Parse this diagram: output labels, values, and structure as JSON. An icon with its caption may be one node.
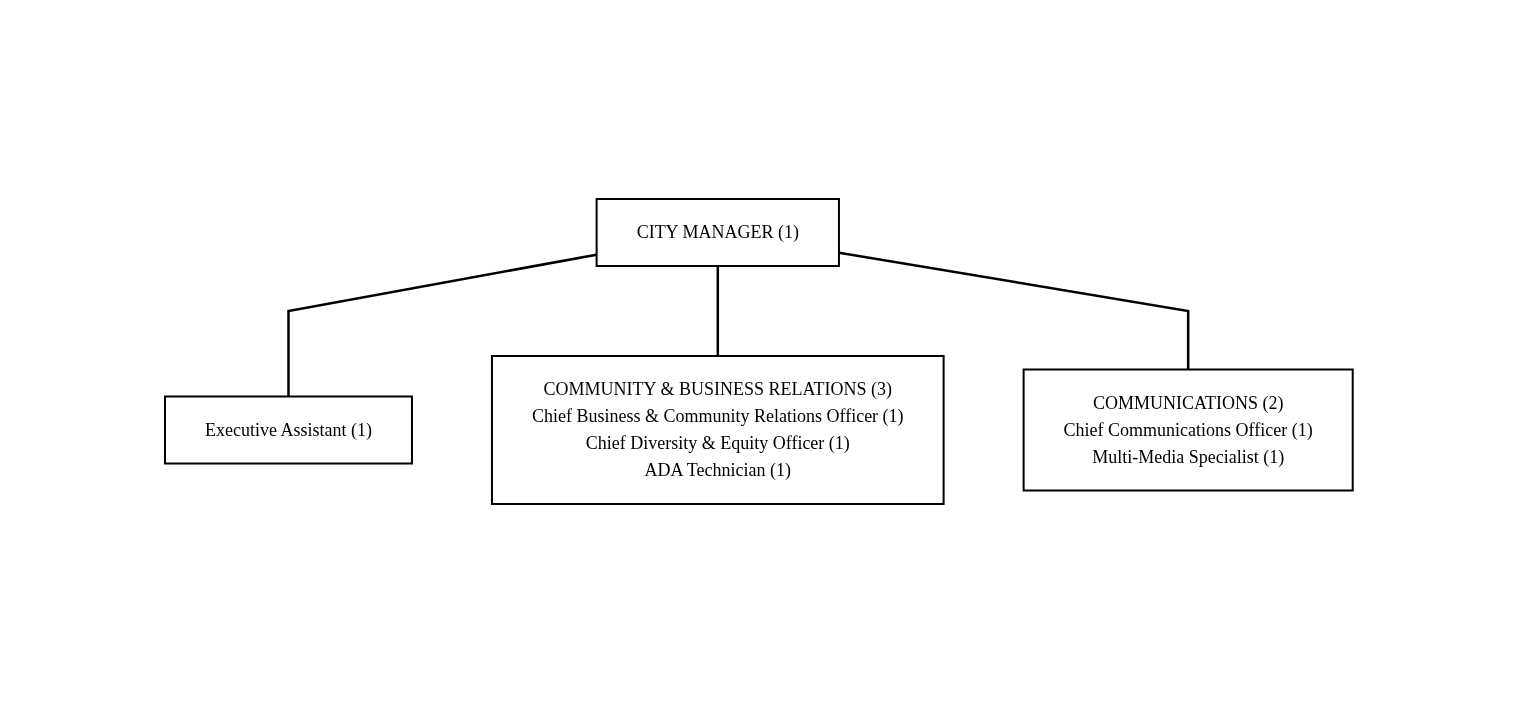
{
  "diagram": {
    "nodes": [
      {
        "text": [
          "CITY MANAGER (1)"
        ]
      },
      {
        "text": [
          "Executive Assistant (1)"
        ]
      },
      {
        "text": [
          "COMMUNITY & BUSINESS RELATIONS (3)",
          "Chief Business & Community Relations Officer (1)",
          "Chief Diversity & Equity Officer (1)",
          "ADA Technician (1)"
        ]
      },
      {
        "text": [
          "COMMUNICATIONS (2)",
          "Chief Communications Officer (1)",
          "Multi-Media Specialist (1)"
        ]
      }
    ],
    "edges": [
      {
        "from": 0,
        "to": 1,
        "arrow": "none"
      },
      {
        "from": 0,
        "to": 2,
        "arrow": "none"
      },
      {
        "from": 0,
        "to": 3,
        "arrow": "none"
      }
    ]
  }
}
